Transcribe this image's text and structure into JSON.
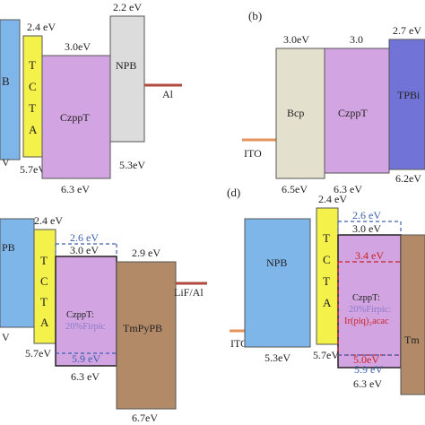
{
  "colors": {
    "blue_layer": "#7fb6ea",
    "yellow_layer": "#f4f14a",
    "purple_layer": "#d2a4e1",
    "gray_layer": "#dcdcdc",
    "beige_layer": "#e3e1cd",
    "indigo_layer": "#7174d6",
    "brown_layer": "#b38a68",
    "electrode_red": "#b04a3c",
    "electrode_orange": "#e6935c",
    "dashed_blue": "#3c5fb0",
    "dashed_red": "#cc2222",
    "dopant_text": "#8a7acb"
  },
  "panel_a": {
    "npb_label": "NPB",
    "npb_lumo": "2.2 eV",
    "npb_homo": "5.3eV",
    "tcta_lumo": "2.4 eV",
    "tcta_homo": "5.7eV",
    "tcta_chars": [
      "T",
      "C",
      "T",
      "A"
    ],
    "czppt_label": "CzppT",
    "czppt_lumo": "3.0eV",
    "czppt_homo": "6.3 eV",
    "cut_left_label": "B",
    "cut_left_homo": "V",
    "cathode_label": "Al"
  },
  "panel_b": {
    "letter": "(b)",
    "anode_label": "ITO",
    "bcp_label": "Bcp",
    "bcp_lumo": "3.0eV",
    "bcp_homo": "6.5eV",
    "czppt_label": "CzppT",
    "czppt_lumo": "3.0",
    "czppt_homo": "6.3 eV",
    "tpbi_label": "TPBi",
    "tpbi_lumo": "2.7 eV",
    "tpbi_homo": "6.2eV"
  },
  "panel_c": {
    "cut_left_label": "PB",
    "cut_left_homo": "V",
    "tcta_lumo": "2.4 eV",
    "tcta_homo": "5.7eV",
    "tcta_chars": [
      "T",
      "C",
      "T",
      "A"
    ],
    "firpic_lumo": "2.6 eV",
    "czppt_lumo": "3.0 eV",
    "firpic_homo": "5.9 eV",
    "czppt_homo": "6.3 eV",
    "eml_label_1": "CzppT:",
    "eml_label_2": "20%Firpic",
    "tmpypb_label": "TmPyPB",
    "tmpypb_lumo": "2.9 eV",
    "tmpypb_homo": "6.7eV",
    "cathode_label": "LiF/Al"
  },
  "panel_d": {
    "letter": "(d)",
    "anode_label": "ITO",
    "npb_label": "NPB",
    "npb_homo": "5.3eV",
    "tcta_lumo": "2.4 eV",
    "tcta_homo": "5.7eV",
    "tcta_chars": [
      "T",
      "C",
      "T",
      "A"
    ],
    "firpic_lumo": "2.6 eV",
    "czppt_lumo": "3.0 eV",
    "irpiq_lumo": "3.4 eV",
    "irpiq_homo": "5.0eV",
    "firpic_homo": "5.9 eV",
    "czppt_homo": "6.3 eV",
    "eml_label_1": "CzppT:",
    "eml_label_2": "20%Firpic:",
    "eml_label_3": "Ir(piq)₂acac",
    "tm_label": "Tm"
  }
}
